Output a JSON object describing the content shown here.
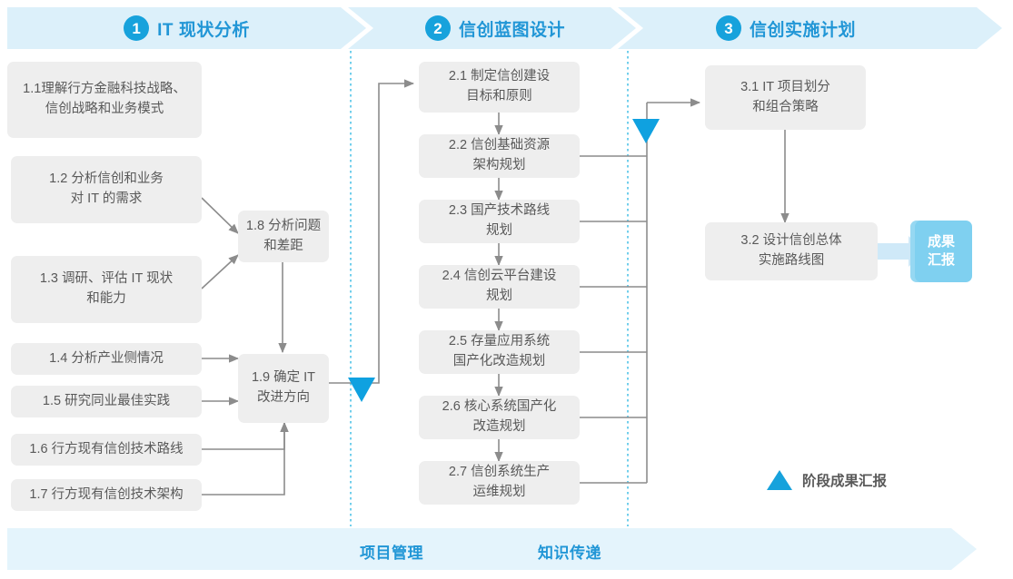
{
  "colors": {
    "band": "#e2f3fb",
    "accent": "#17a2dc",
    "title": "#2196d6",
    "box_bg": "#eeeeee",
    "box_text": "#595959",
    "chip_bg": "#7fd0f0",
    "connector": "#8c8c8c",
    "dotted": "#4fc3e8"
  },
  "phases": [
    {
      "num": "1",
      "title": "IT 现状分析"
    },
    {
      "num": "2",
      "title": "信创蓝图设计"
    },
    {
      "num": "3",
      "title": "信创实施计划"
    }
  ],
  "boxes": {
    "b11": "1.1理解行方金融科技战略、\n信创战略和业务模式",
    "b12": "1.2 分析信创和业务\n对 IT 的需求",
    "b13": "1.3 调研、评估 IT 现状\n和能力",
    "b14": "1.4 分析产业侧情况",
    "b15": "1.5 研究同业最佳实践",
    "b16": "1.6 行方现有信创技术路线",
    "b17": "1.7 行方现有信创技术架构",
    "b18": "1.8 分析问题\n和差距",
    "b19": "1.9 确定 IT\n改进方向",
    "b21": "2.1 制定信创建设\n目标和原则",
    "b22": "2.2 信创基础资源\n架构规划",
    "b23": "2.3 国产技术路线\n规划",
    "b24": "2.4 信创云平台建设\n规划",
    "b25": "2.5 存量应用系统\n国产化改造规划",
    "b26": "2.6 核心系统国产化\n改造规划",
    "b27": "2.7 信创系统生产\n运维规划",
    "b31": "3.1 IT 项目划分\n和组合策略",
    "b32": "3.2 设计信创总体\n实施路线图"
  },
  "result_chip": "成果\n汇报",
  "legend": {
    "marker": "milestone-triangle",
    "label": "阶段成果汇报"
  },
  "footer": {
    "left": "项目管理",
    "right": "知识传递"
  }
}
